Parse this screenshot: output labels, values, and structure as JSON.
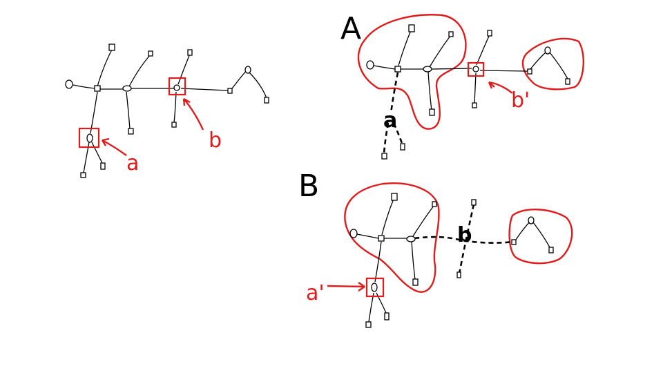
{
  "panels": {
    "original": {
      "label_a": "a",
      "label_b": "b"
    },
    "A": {
      "title": "A",
      "label_a": "a",
      "label_b_prime": "b'"
    },
    "B": {
      "title": "B",
      "label_a_prime": "a'",
      "label_b": "b"
    }
  },
  "colors": {
    "ink": "#000000",
    "highlight": "#e01b1b"
  }
}
